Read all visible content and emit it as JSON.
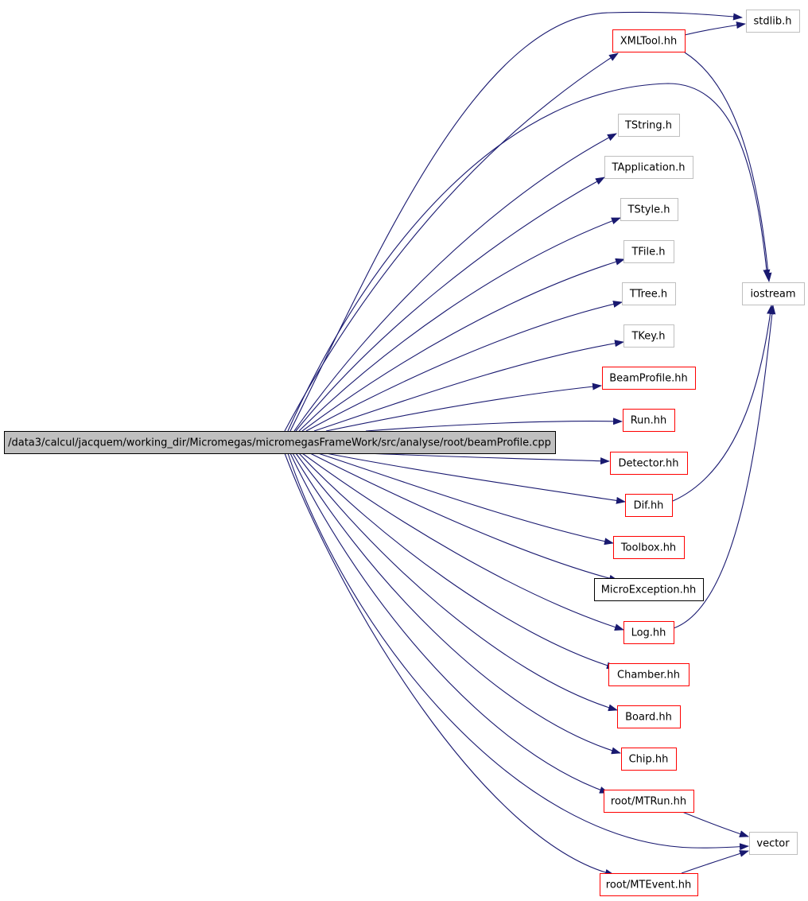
{
  "diagram": {
    "type": "include-dependency-graph",
    "edge_color": "#191970",
    "node_styles": {
      "root": {
        "fill": "#bfbfbf",
        "stroke": "#000000"
      },
      "documented": {
        "fill": "#ffffff",
        "stroke": "#ff0000"
      },
      "undocumented": {
        "fill": "#ffffff",
        "stroke": "#bfbfbf"
      },
      "plain": {
        "fill": "#ffffff",
        "stroke": "#000000"
      }
    },
    "nodes": [
      {
        "id": "root",
        "label": "/data3/calcul/jacquem/working_dir/Micromegas/micromegasFrameWork/src/analyse/root/beamProfile.cpp",
        "style": "root"
      },
      {
        "id": "stdlib",
        "label": "stdlib.h",
        "style": "undocumented"
      },
      {
        "id": "xmltool",
        "label": "XMLTool.hh",
        "style": "documented"
      },
      {
        "id": "tstring",
        "label": "TString.h",
        "style": "undocumented"
      },
      {
        "id": "tapplication",
        "label": "TApplication.h",
        "style": "undocumented"
      },
      {
        "id": "tstyle",
        "label": "TStyle.h",
        "style": "undocumented"
      },
      {
        "id": "tfile",
        "label": "TFile.h",
        "style": "undocumented"
      },
      {
        "id": "iostream",
        "label": "iostream",
        "style": "undocumented"
      },
      {
        "id": "ttree",
        "label": "TTree.h",
        "style": "undocumented"
      },
      {
        "id": "tkey",
        "label": "TKey.h",
        "style": "undocumented"
      },
      {
        "id": "beamprofile",
        "label": "BeamProfile.hh",
        "style": "documented"
      },
      {
        "id": "run",
        "label": "Run.hh",
        "style": "documented"
      },
      {
        "id": "detector",
        "label": "Detector.hh",
        "style": "documented"
      },
      {
        "id": "dif",
        "label": "Dif.hh",
        "style": "documented"
      },
      {
        "id": "toolbox",
        "label": "Toolbox.hh",
        "style": "documented"
      },
      {
        "id": "microexception",
        "label": "MicroException.hh",
        "style": "plain"
      },
      {
        "id": "log",
        "label": "Log.hh",
        "style": "documented"
      },
      {
        "id": "chamber",
        "label": "Chamber.hh",
        "style": "documented"
      },
      {
        "id": "board",
        "label": "Board.hh",
        "style": "documented"
      },
      {
        "id": "chip",
        "label": "Chip.hh",
        "style": "documented"
      },
      {
        "id": "mtrun",
        "label": "root/MTRun.hh",
        "style": "documented"
      },
      {
        "id": "vector",
        "label": "vector",
        "style": "undocumented"
      },
      {
        "id": "mtevent",
        "label": "root/MTEvent.hh",
        "style": "documented"
      }
    ],
    "edges": [
      [
        "root",
        "stdlib"
      ],
      [
        "root",
        "xmltool"
      ],
      [
        "root",
        "iostream"
      ],
      [
        "root",
        "tstring"
      ],
      [
        "root",
        "tapplication"
      ],
      [
        "root",
        "tstyle"
      ],
      [
        "root",
        "tfile"
      ],
      [
        "root",
        "ttree"
      ],
      [
        "root",
        "tkey"
      ],
      [
        "root",
        "beamprofile"
      ],
      [
        "root",
        "run"
      ],
      [
        "root",
        "detector"
      ],
      [
        "root",
        "dif"
      ],
      [
        "root",
        "toolbox"
      ],
      [
        "root",
        "microexception"
      ],
      [
        "root",
        "log"
      ],
      [
        "root",
        "chamber"
      ],
      [
        "root",
        "board"
      ],
      [
        "root",
        "chip"
      ],
      [
        "root",
        "mtrun"
      ],
      [
        "root",
        "vector"
      ],
      [
        "root",
        "mtevent"
      ],
      [
        "xmltool",
        "stdlib"
      ],
      [
        "xmltool",
        "iostream"
      ],
      [
        "dif",
        "iostream"
      ],
      [
        "log",
        "iostream"
      ],
      [
        "mtrun",
        "vector"
      ],
      [
        "mtevent",
        "vector"
      ]
    ]
  }
}
